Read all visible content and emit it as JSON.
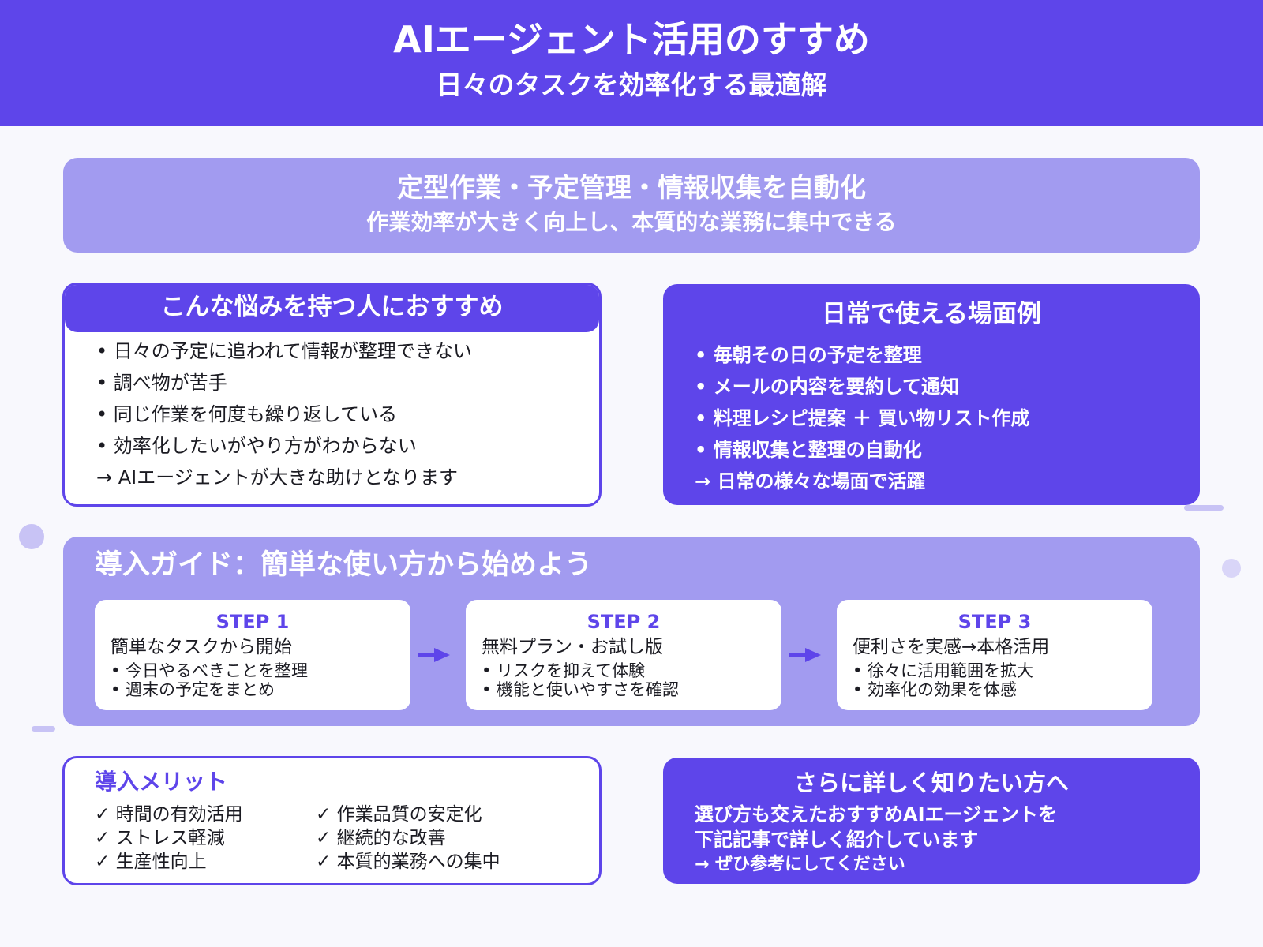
{
  "header": {
    "title": "AIエージェント活用のすすめ",
    "subtitle": "日々のタスクを効率化する最適解"
  },
  "banner": {
    "line1": "定型作業・予定管理・情報収集を自動化",
    "line2": "作業効率が大きく向上し、本質的な業務に集中できる"
  },
  "recommend": {
    "title": "こんな悩みを持つ人におすすめ",
    "items": [
      "• 日々の予定に追われて情報が整理できない",
      "• 調べ物が苦手",
      "• 同じ作業を何度も繰り返している",
      "• 効率化したいがやり方がわからない",
      "→ AIエージェントが大きな助けとなります"
    ]
  },
  "scenes": {
    "title": "日常で使える場面例",
    "items": [
      "• 毎朝その日の予定を整理",
      "• メールの内容を要約して通知",
      "• 料理レシピ提案 ＋ 買い物リスト作成",
      "• 情報収集と整理の自動化",
      "→ 日常の様々な場面で活躍"
    ]
  },
  "guide": {
    "title": "導入ガイド：簡単な使い方から始めよう",
    "steps": [
      {
        "label": "STEP 1",
        "desc": "簡単なタスクから開始",
        "bullets": [
          "• 今日やるべきことを整理",
          "• 週末の予定をまとめ"
        ]
      },
      {
        "label": "STEP 2",
        "desc": "無料プラン・お試し版",
        "bullets": [
          "• リスクを抑えて体験",
          "• 機能と使いやすさを確認"
        ]
      },
      {
        "label": "STEP 3",
        "desc": "便利さを実感→本格活用",
        "bullets": [
          "• 徐々に活用範囲を拡大",
          "• 効率化の効果を体感"
        ]
      }
    ]
  },
  "merits": {
    "title": "導入メリット",
    "col1": [
      "✓ 時間の有効活用",
      "✓ ストレス軽減",
      "✓ 生産性向上"
    ],
    "col2": [
      "✓ 作業品質の安定化",
      "✓ 継続的な改善",
      "✓ 本質的業務への集中"
    ]
  },
  "more": {
    "title": "さらに詳しく知りたい方へ",
    "line1": "選び方も交えたおすすめAIエージェントを",
    "line2": "下記記事で詳しく紹介しています",
    "line3": "→ ぜひ参考にしてください"
  },
  "colors": {
    "primary": "#5e45ea",
    "light": "#a29bf0",
    "background": "#f8f8fd"
  }
}
